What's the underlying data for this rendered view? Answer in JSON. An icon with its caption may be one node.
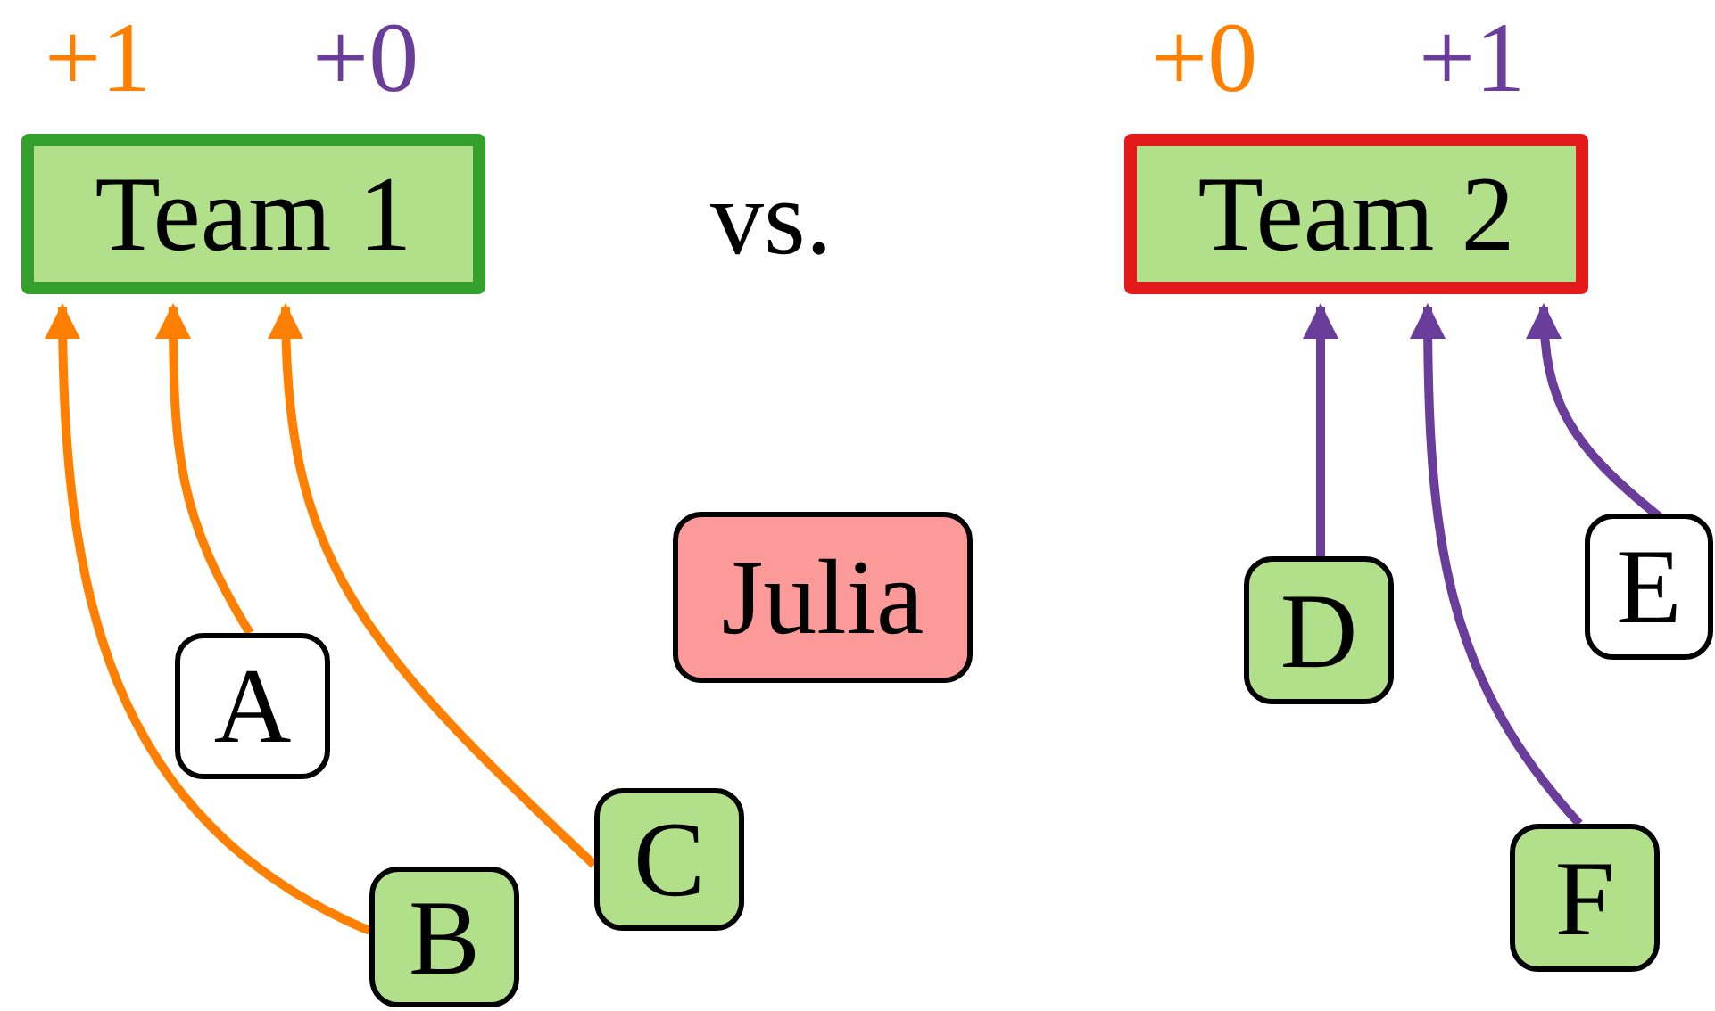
{
  "diagram": {
    "nodes": [
      {
        "text": [
          "Team 1"
        ],
        "beside": [
          "+1",
          "+0"
        ]
      },
      {
        "text": [
          "Team 2"
        ],
        "beside": [
          "+0",
          "+1"
        ]
      },
      {
        "text": [
          "Julia"
        ]
      },
      {
        "text": [
          "A"
        ]
      },
      {
        "text": [
          "B"
        ]
      },
      {
        "text": [
          "C"
        ]
      },
      {
        "text": [
          "D"
        ]
      },
      {
        "text": [
          "E"
        ]
      },
      {
        "text": [
          "F"
        ]
      }
    ],
    "edges": [
      {
        "from": 4,
        "to": 0,
        "arrow": "to",
        "color": "#ff7f00"
      },
      {
        "from": 3,
        "to": 0,
        "arrow": "to",
        "color": "#ff7f00"
      },
      {
        "from": 5,
        "to": 0,
        "arrow": "to",
        "color": "#ff7f00"
      },
      {
        "from": 6,
        "to": 1,
        "arrow": "to",
        "color": "#6a3d9a"
      },
      {
        "from": 8,
        "to": 1,
        "arrow": "to",
        "color": "#6a3d9a"
      },
      {
        "from": 7,
        "to": 1,
        "arrow": "to",
        "color": "#6a3d9a"
      }
    ],
    "labels": [
      "vs."
    ]
  }
}
